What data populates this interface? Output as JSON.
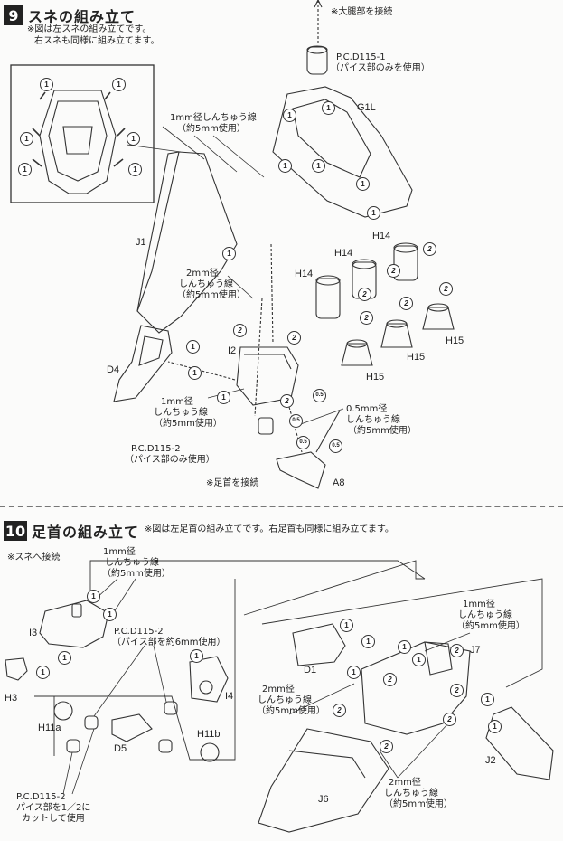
{
  "section9": {
    "number": "9",
    "title": "スネの組み立て",
    "note1": "※図は左スネの組み立てです。",
    "note2": "右スネも同様に組み立てます。",
    "connect_thigh": "※大腿部を接続",
    "pcd1_label": "P.C.D115-1",
    "pcd1_note": "（パイス部のみを使用）",
    "pcd2_label": "P.C.D115-2",
    "pcd2_note": "（パイス部のみ使用）",
    "wire1_a": "1mm径しんちゅう線",
    "wire1_b": "（約5mm使用）",
    "wire2_a": "2mm径",
    "wire2_b": "しんちゅう線",
    "wire2_c": "（約5mm使用）",
    "wire3_a": "1mm径",
    "wire3_b": "しんちゅう線",
    "wire3_c": "（約5mm使用）",
    "wire4_a": "0.5mm径",
    "wire4_b": "しんちゅう線",
    "wire4_c": "（約5mm使用）",
    "connect_ankle": "※足首を接続",
    "parts": {
      "g1l": "G1L",
      "j1": "J1",
      "h14a": "H14",
      "h14b": "H14",
      "h14c": "H14",
      "h15a": "H15",
      "h15b": "H15",
      "h15c": "H15",
      "i2": "I2",
      "d4": "D4",
      "a8": "A8"
    }
  },
  "section10": {
    "number": "10",
    "title": "足首の組み立て",
    "note": "※図は左足首の組み立てです。右足首も同様に組み立てます。",
    "connect_shin": "※スネへ接続",
    "wire1_a": "1mm径",
    "wire1_b": "しんちゅう線",
    "wire1_c": "（約5mm使用）",
    "pcd_a_label": "P.C.D115-2",
    "pcd_a_note": "（パイス部を約6mm使用）",
    "pcd_b_label": "P.C.D115-2",
    "pcd_b_note1": "パイス部を1／2に",
    "pcd_b_note2": "カットして使用",
    "wire2_a": "1mm径",
    "wire2_b": "しんちゅう線",
    "wire2_c": "（約5mm使用）",
    "wire3_a": "2mm径",
    "wire3_b": "しんちゅう線",
    "wire3_c": "（約5mm使用）",
    "wire4_a": "2mm径",
    "wire4_b": "しんちゅう線",
    "wire4_c": "（約5mm使用）",
    "parts": {
      "i3": "I3",
      "h3": "H3",
      "i4": "I4",
      "h11a": "H11a",
      "h11b": "H11b",
      "d5": "D5",
      "d1": "D1",
      "j7": "J7",
      "j6": "J6",
      "j2": "J2"
    }
  },
  "markers": {
    "one": "1",
    "two": "2",
    "half": "0.5"
  }
}
